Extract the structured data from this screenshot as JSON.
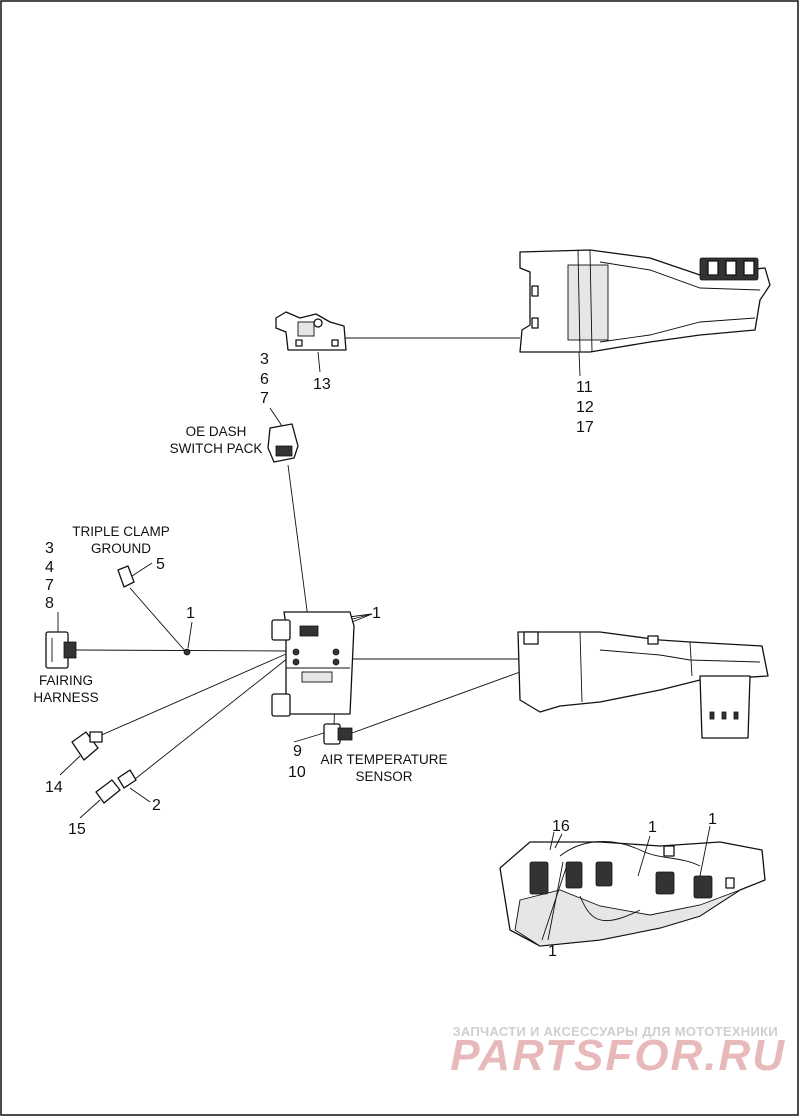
{
  "diagram": {
    "callouts": {
      "c_3_top": "3",
      "c_6_top": "6",
      "c_7_top": "7",
      "c_13": "13",
      "c_11": "11",
      "c_12": "12",
      "c_17": "17",
      "c_3_left": "3",
      "c_4_left": "4",
      "c_7_left": "7",
      "c_8_left": "8",
      "c_5": "5",
      "c_1_mid": "1",
      "c_1_right": "1",
      "c_9": "9",
      "c_10": "10",
      "c_14": "14",
      "c_15": "15",
      "c_2": "2",
      "c_16": "16",
      "c_1_inset_a": "1",
      "c_1_inset_b": "1",
      "c_1_inset_c": "1"
    },
    "labels": {
      "oe_dash_line1": "OE DASH",
      "oe_dash_line2": "SWITCH PACK",
      "triple_clamp_line1": "TRIPLE CLAMP",
      "triple_clamp_line2": "GROUND",
      "fairing_line1": "FAIRING",
      "fairing_line2": "HARNESS",
      "air_temp_line1": "AIR TEMPERATURE",
      "air_temp_line2": "SENSOR"
    }
  },
  "watermark": {
    "tagline": "ЗАПЧАСТИ И АКСЕССУАРЫ ДЛЯ МОТОТЕХНИКИ",
    "logo": "PARTSFOR.RU"
  },
  "colors": {
    "line": "#111111",
    "watermark_logo": "#e7b9bb",
    "watermark_text": "#cfcfcf"
  }
}
